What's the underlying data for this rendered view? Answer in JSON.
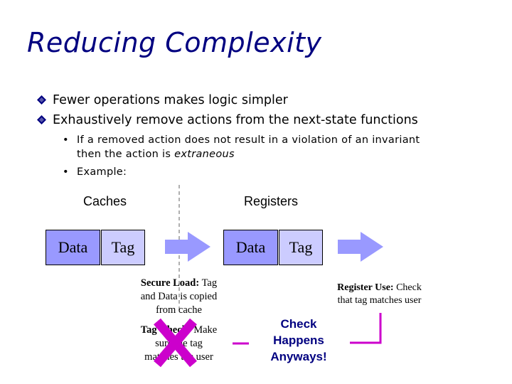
{
  "slide": {
    "title": "Reducing Complexity",
    "bullets": [
      {
        "text": "Fewer operations makes logic simpler",
        "marker": "diamond-bullet-icon"
      },
      {
        "text": "Exhaustively remove actions from the next-state functions",
        "marker": "diamond-bullet-icon"
      }
    ],
    "sub_bullets": {
      "item1_line1": "If a removed action does not result in a violation of an invariant",
      "item1_line2_prefix": "then the action is ",
      "item1_line2_emphasis": "extraneous",
      "item2": "Example:",
      "dot": "•"
    }
  },
  "diagram": {
    "caches_label": "Caches",
    "registers_label": "Registers",
    "cache_data": "Data",
    "cache_tag": "Tag",
    "reg_data": "Data",
    "reg_tag": "Tag",
    "secure_load": {
      "bold": "Secure Load:",
      "line1_rest": " Tag",
      "line2": "and Data is copied",
      "line3": "from cache"
    },
    "tag_check": {
      "line1_bold": "Tag Check:",
      "line1_rest": " Make",
      "line2": "sure the tag",
      "line3": "matches the user"
    },
    "register_use": {
      "bold": "Register Use:",
      "line1_rest": " Check",
      "line2": "that tag matches user"
    },
    "check_happens": [
      "Check",
      "Happens",
      "Anyways!"
    ],
    "colors": {
      "title": "#000080",
      "box_data": "#9999ff",
      "box_tag": "#ccccff",
      "arrow": "#9999ff",
      "accent": "#cc00cc",
      "bullet": "#000080"
    }
  }
}
